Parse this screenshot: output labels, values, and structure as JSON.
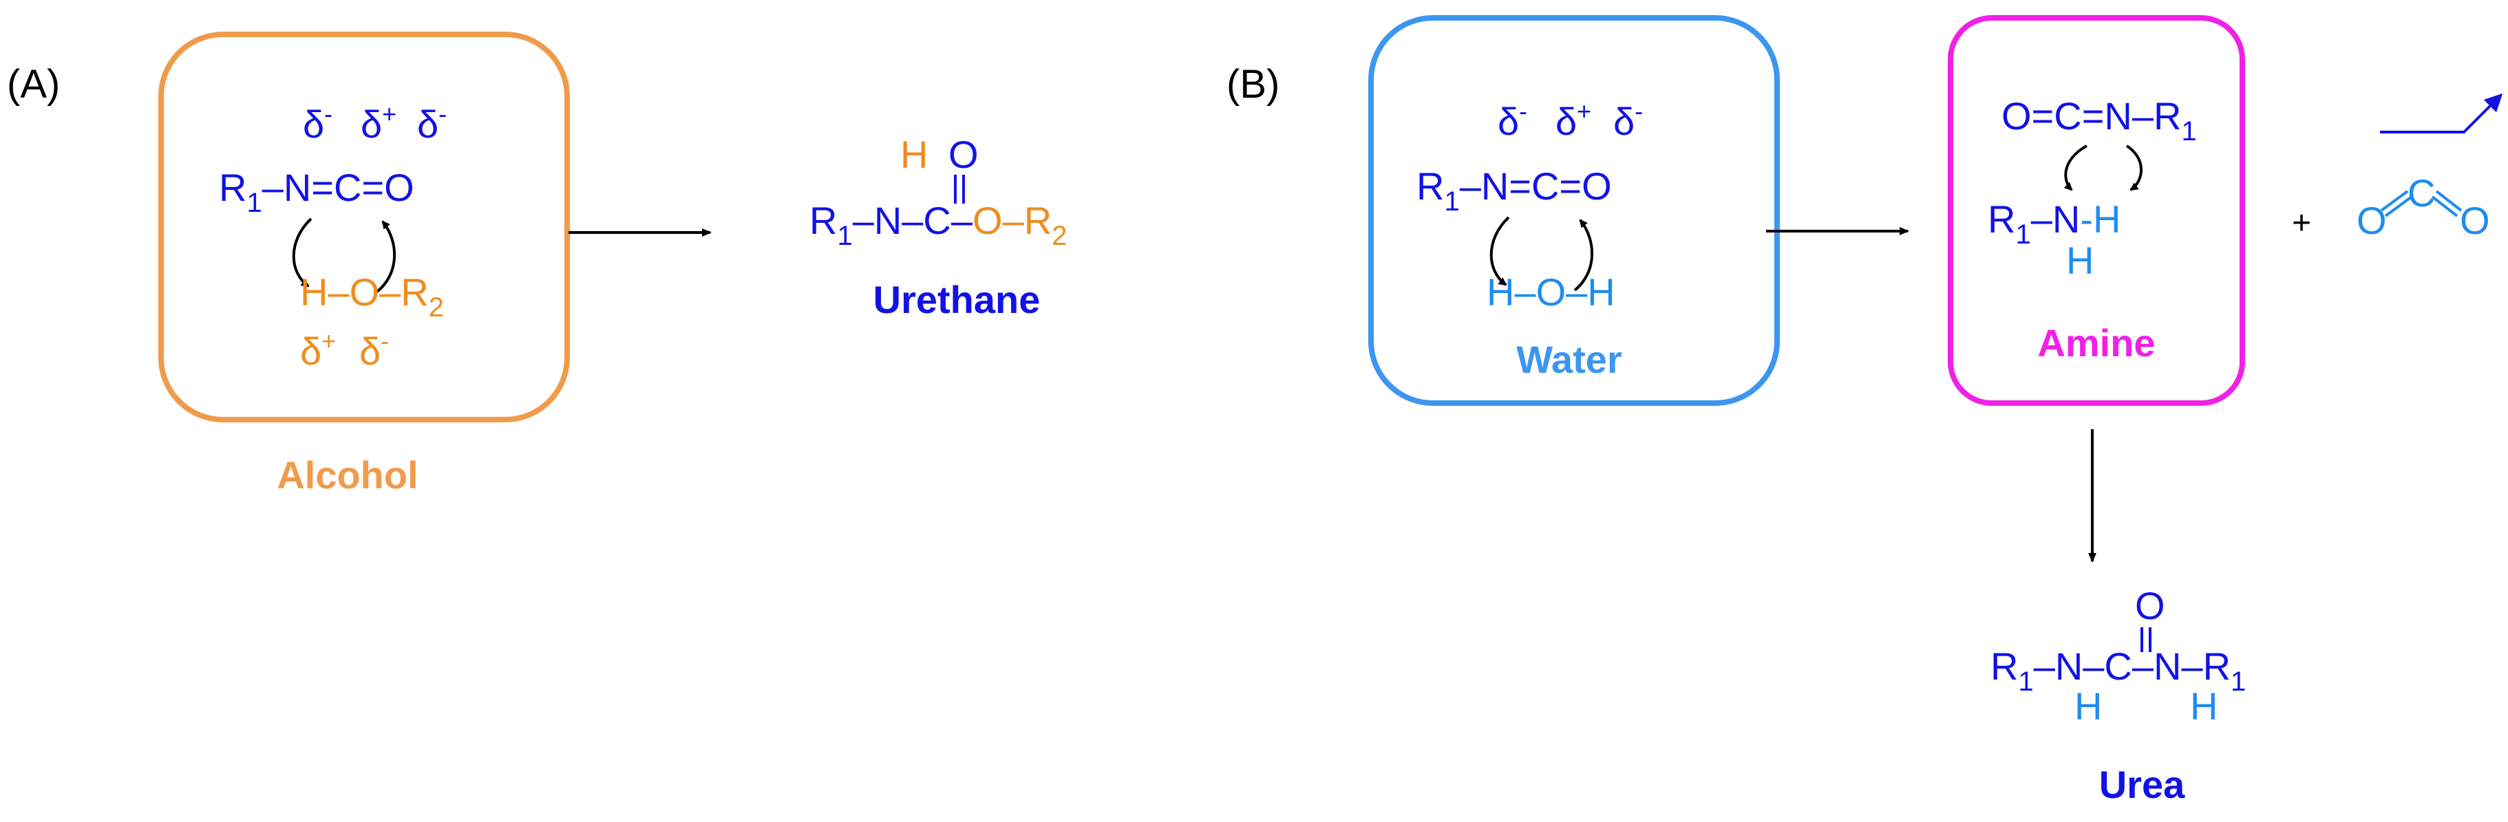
{
  "colors": {
    "blue": "#1212e6",
    "orange": "#f08c1e",
    "light_blue": "#1e8cf0",
    "magenta": "#f020e6",
    "black": "#000000",
    "alcohol_box": "#f09b4b",
    "water_box": "#3c96f0",
    "amine_box": "#f020e6"
  },
  "panel_a": {
    "label": "(A)",
    "box_caption": "Alcohol",
    "product_caption": "Urethane",
    "delta_minus": "δ",
    "delta_plus": "δ",
    "sign_minus": "-",
    "sign_plus": "+",
    "isocyanate": {
      "r": "R",
      "r_sub": "1",
      "chain": "–N=C=O"
    },
    "alcohol": {
      "h": "H",
      "rest": "–O–R",
      "r_sub": "2"
    },
    "urethane": {
      "r": "R",
      "r_sub": "1",
      "n": "–N–C–",
      "h": "H",
      "o_top": "O",
      "o_r": "O–R",
      "r2_sub": "2"
    }
  },
  "panel_b": {
    "label": "(B)",
    "water_caption": "Water",
    "amine_caption": "Amine",
    "product_caption": "Urea",
    "plus_sign": "+",
    "isocyanate": {
      "r": "R",
      "r_sub": "1",
      "chain": "–N=C=O"
    },
    "water": "H–O–H",
    "amine_box": {
      "isocyanate": "O=C=N–R",
      "iso_sub": "1",
      "amine_r": "R",
      "amine_r_sub": "1",
      "amine_n": "–N",
      "amine_h": "-H",
      "amine_h_below": "H"
    },
    "co2": {
      "o_left": "O",
      "c": "C",
      "o_right": "O"
    },
    "urea": {
      "r_left": "R",
      "r_left_sub": "1",
      "n_left": "–N–C–N–R",
      "r_right_sub": "1",
      "o_top": "O",
      "h_left": "H",
      "h_right": "H"
    }
  }
}
